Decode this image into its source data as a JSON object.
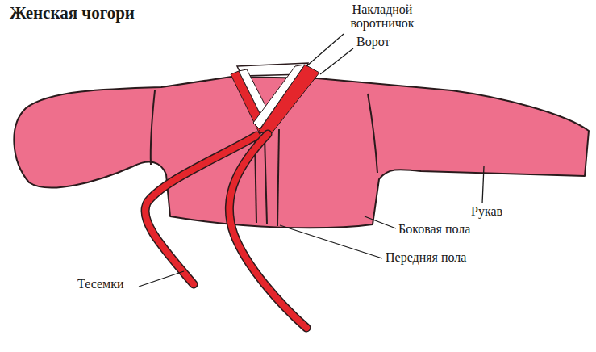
{
  "diagram": {
    "title": "Женская чогори",
    "labels": [
      "Накладной воротничок",
      "Ворот",
      "Рукав",
      "Боковая пола",
      "Передняя пола",
      "Тесемки"
    ]
  }
}
